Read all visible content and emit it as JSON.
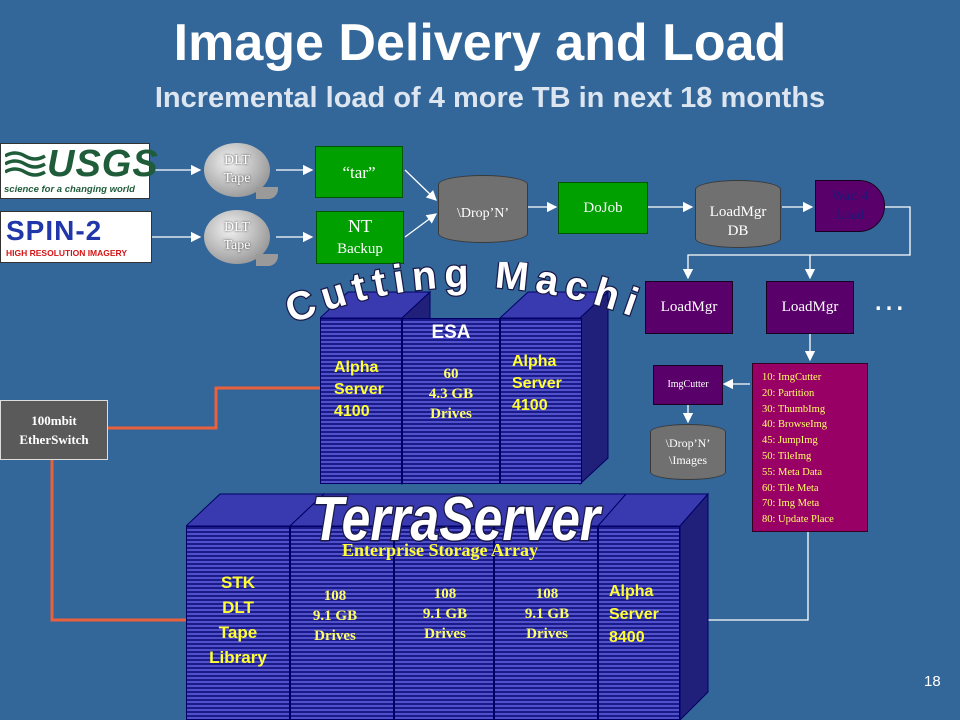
{
  "title": "Image Delivery and Load",
  "subtitle": "Incremental load of 4 more TB in next 18 months",
  "logos": {
    "usgs": {
      "name": "USGS",
      "tagline": "science for a changing world"
    },
    "spin2": {
      "name": "SPIN-2",
      "tagline": "HIGH RESOLUTION IMAGERY"
    }
  },
  "tapes": {
    "line1": "DLT",
    "line2": "Tape"
  },
  "steps": {
    "tar": "“tar”",
    "nt_backup_line1": "NT",
    "nt_backup_line2": "Backup",
    "drop_n": "\\Drop’N’",
    "dojob": "DoJob",
    "loadmgr_db_line1": "LoadMgr",
    "loadmgr_db_line2": "DB",
    "wait4load_line1": "Wait 4",
    "wait4load_line2": "Load",
    "loadmgr_1": "LoadMgr",
    "loadmgr_2": "LoadMgr",
    "ellipsis": "…",
    "imgcutter": "ImgCutter",
    "drop_images_line1": "\\Drop’N’",
    "drop_images_line2": "\\Images"
  },
  "tasks": [
    "10: ImgCutter",
    "20: Partition",
    "30: ThumbImg",
    "40: BrowseImg",
    "45: JumpImg",
    "50: TileImg",
    "55: Meta Data",
    "60: Tile Meta",
    "70: Img Meta",
    "80: Update Place"
  ],
  "cutting_machines": {
    "heading": "Cutting Machines",
    "left_server": [
      "Alpha",
      "Server",
      "4100"
    ],
    "esa_label": "ESA",
    "esa_drives": [
      "60",
      "4.3 GB",
      "Drives"
    ],
    "right_server": [
      "Alpha",
      "Server",
      "4100"
    ]
  },
  "switch": {
    "line1": "100mbit",
    "line2": "EtherSwitch"
  },
  "terraserver": {
    "heading": "TerraServer",
    "esa_label": "Enterprise Storage Array",
    "tape_library": [
      "STK",
      "DLT",
      "Tape",
      "Library"
    ],
    "drive_groups": [
      [
        "108",
        "9.1 GB",
        "Drives"
      ],
      [
        "108",
        "9.1 GB",
        "Drives"
      ],
      [
        "108",
        "9.1 GB",
        "Drives"
      ]
    ],
    "server": [
      "Alpha",
      "Server",
      "8400"
    ]
  },
  "page_number": "18",
  "colors": {
    "background": "#336699",
    "green_box": "#00a000",
    "purple_box": "#5a006a",
    "task_box": "#990066",
    "connector": "#e8603c",
    "label_yellow": "#ffff33"
  }
}
